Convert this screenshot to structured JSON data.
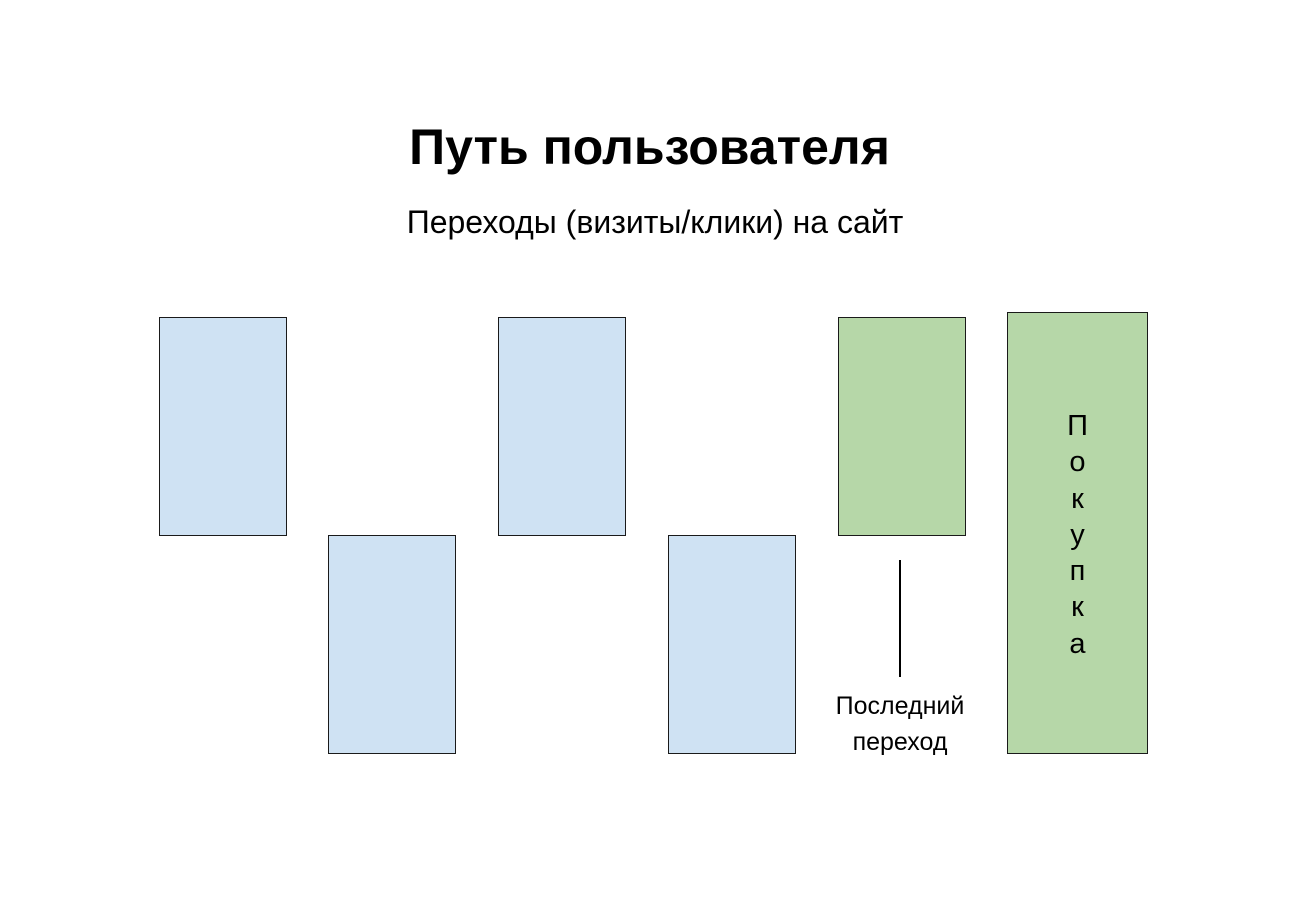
{
  "title": "Путь пользователя",
  "subtitle": "Переходы (визиты/клики) на сайт",
  "colors": {
    "visit_box": "#cfe2f3",
    "highlight_box": "#b6d7a8",
    "border": "#1a1a1a"
  },
  "purchase": {
    "letters": [
      "П",
      "о",
      "к",
      "у",
      "п",
      "к",
      "а"
    ]
  },
  "last_visit_label": {
    "line1": "Последний",
    "line2": "переход"
  }
}
